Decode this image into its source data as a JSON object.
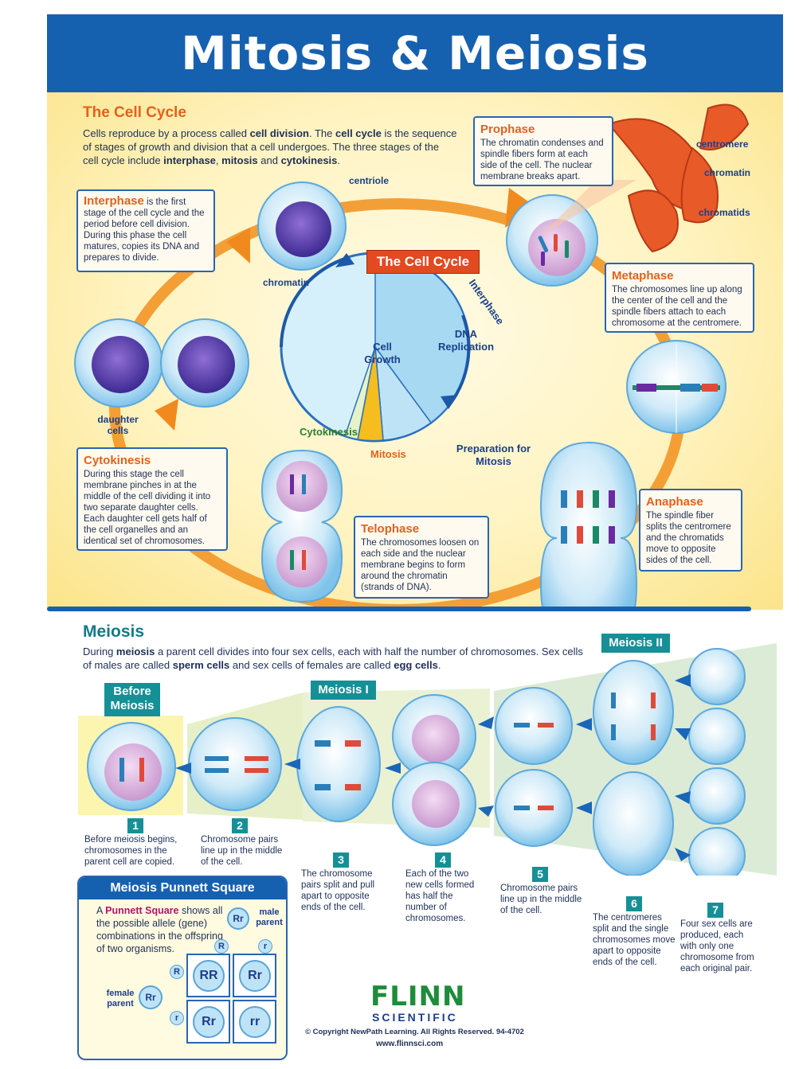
{
  "title": "Mitosis & Meiosis",
  "cell_cycle": {
    "heading": "The Cell Cycle",
    "intro_1": "Cells reproduce by a process called ",
    "intro_b1": "cell division",
    "intro_2": ". The ",
    "intro_b2": "cell cycle",
    "intro_3": " is the sequence of stages of growth and division that a cell undergoes. The three stages of the cell cycle include ",
    "intro_b3": "interphase",
    "intro_4": ", ",
    "intro_b4": "mitosis",
    "intro_5": " and ",
    "intro_b5": "cytokinesis",
    "intro_6": ".",
    "badge": "The Cell Cycle",
    "pie_labels": {
      "cell_growth": "Cell Growth",
      "dna_replication": "DNA Replication",
      "interphase": "Interphase",
      "cytokinesis": "Cytokinesis",
      "mitosis": "Mitosis",
      "prep": "Preparation for Mitosis"
    },
    "labels": {
      "centriole": "centriole",
      "chromatin": "chromatin",
      "daughter_cells": "daughter cells",
      "centromere": "centromere",
      "chromatin2": "chromatin",
      "chromatids": "chromatids"
    },
    "stages": {
      "interphase": {
        "name": "Interphase",
        "text": " is the first stage of the cell cycle and the period before cell division. During this phase the cell matures, copies its DNA and prepares to divide."
      },
      "prophase": {
        "name": "Prophase",
        "text": "The chromatin condenses and spindle fibers form at each side of the cell. The nuclear membrane breaks apart."
      },
      "metaphase": {
        "name": "Metaphase",
        "text": "The chromosomes line up along the center of the cell  and the spindle fibers attach to each chromosome at the centromere."
      },
      "anaphase": {
        "name": "Anaphase",
        "text": "The spindle fiber splits the centromere and the chromatids move to opposite sides of the cell."
      },
      "telophase": {
        "name": "Telophase",
        "text": "The chromosomes loosen on each side and the nuclear membrane begins to form around the chromatin (strands of DNA)."
      },
      "cytokinesis": {
        "name": "Cytokinesis",
        "text": "During this stage the cell membrane pinches in at the middle of the cell dividing it into two separate daughter cells. Each daughter cell gets half of the cell organelles and an identical set of chromosomes."
      }
    }
  },
  "meiosis": {
    "heading": "Meiosis",
    "intro_1": "During ",
    "intro_b1": "meiosis",
    "intro_2": " a parent cell divides into four sex cells, each with half the number of chromosomes. Sex cells of males are called ",
    "intro_b2": "sperm cells",
    "intro_3": " and sex cells of females are called ",
    "intro_b3": "egg cells",
    "intro_4": ".",
    "before": "Before Meiosis",
    "meiosis1": "Meiosis I",
    "meiosis2": "Meiosis II",
    "steps": [
      {
        "n": "1",
        "text": "Before meiosis begins, chromosomes in the parent cell are copied."
      },
      {
        "n": "2",
        "text": "Chromosome pairs line up in the middle of the cell."
      },
      {
        "n": "3",
        "text": "The chromosome pairs split and pull apart to opposite ends of the cell."
      },
      {
        "n": "4",
        "text": "Each of the two new cells formed has half the number of chromosomes."
      },
      {
        "n": "5",
        "text": "Chromosome pairs line up in the middle of the cell."
      },
      {
        "n": "6",
        "text": "The centromeres split and the single chromosomes move apart to opposite ends of the cell."
      },
      {
        "n": "7",
        "text": "Four sex cells are produced, each with only one chromosome from each original pair."
      }
    ]
  },
  "punnett": {
    "heading": "Meiosis Punnett Square",
    "text_1": "A ",
    "text_b": "Punnett Square",
    "text_2": " shows all the possible allele (gene) combinations in the offspring of two organisms.",
    "male": "male parent",
    "female": "female parent",
    "male_genotype": "Rr",
    "female_genotype": "Rr",
    "male_alleles": [
      "R",
      "r"
    ],
    "female_alleles": [
      "R",
      "r"
    ],
    "grid": [
      "RR",
      "Rr",
      "Rr",
      "rr"
    ]
  },
  "footer": {
    "logo1": "FLINN",
    "logo2": "SCIENTIFIC",
    "copyright": "© Copyright NewPath Learning. All Rights Reserved. 94-4702",
    "url": "www.flinnsci.com"
  },
  "colors": {
    "title_bg": "#1660b0",
    "accent_orange": "#e2621b",
    "teal": "#159096",
    "cell_blue": "#bfe3f6"
  }
}
